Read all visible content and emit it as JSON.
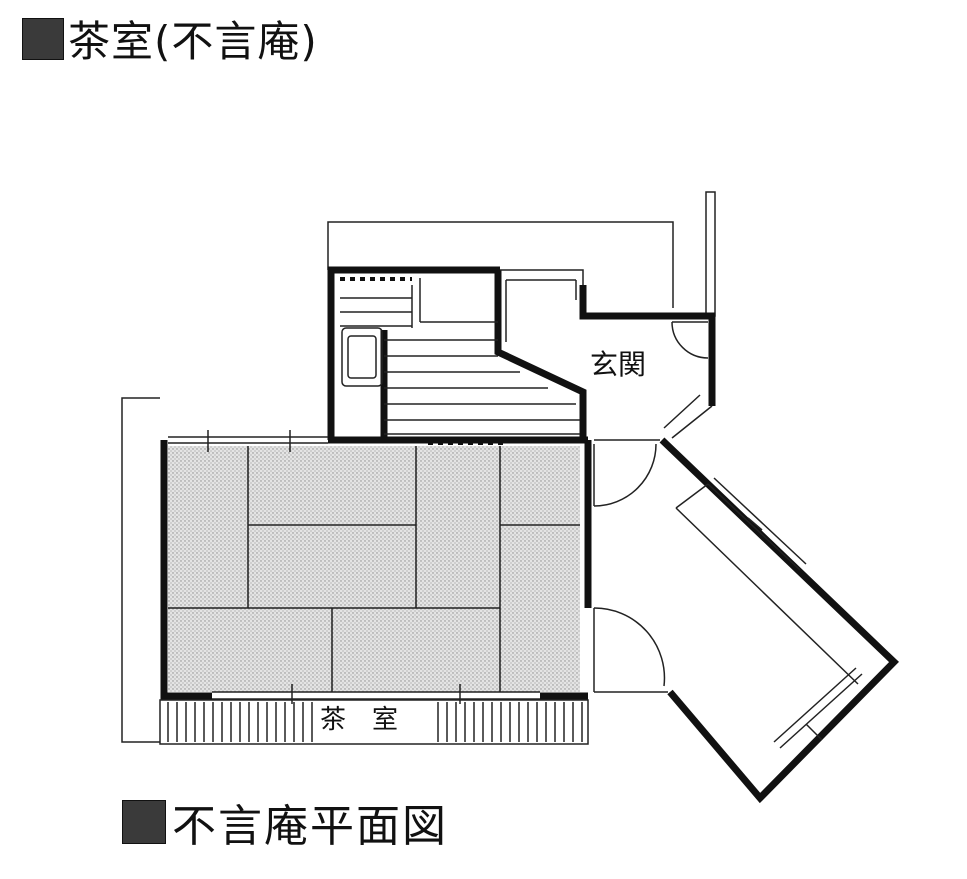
{
  "title": "茶室(不言庵)",
  "caption": "不言庵平面図",
  "labels": {
    "entrance": "玄関",
    "tea_room": "茶　室"
  },
  "colors": {
    "wall": "#111111",
    "tatami": "#d9d9d9",
    "line": "#222222",
    "background": "#ffffff"
  }
}
